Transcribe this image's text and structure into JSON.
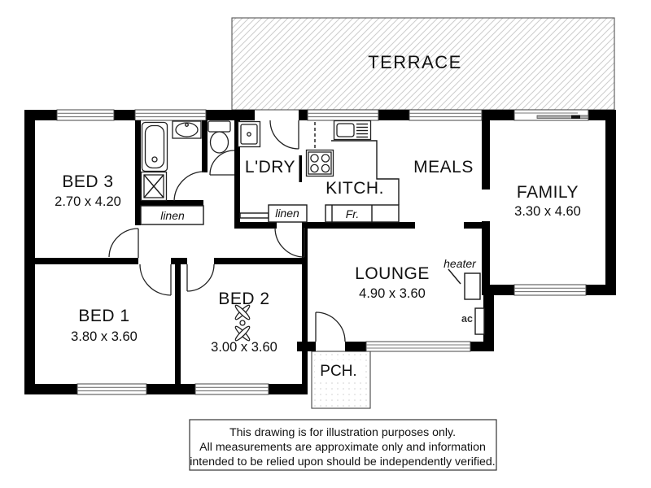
{
  "plan": {
    "terrace_label": "TERRACE",
    "porch_label": "PCH.",
    "rooms": {
      "bed3": {
        "name": "BED 3",
        "dims": "2.70 x 4.20"
      },
      "bed1": {
        "name": "BED 1",
        "dims": "3.80 x 3.60"
      },
      "bed2": {
        "name": "BED 2",
        "dims": "3.00 x 3.60"
      },
      "laundry": {
        "name": "L'DRY"
      },
      "kitchen": {
        "name": "KITCH."
      },
      "meals": {
        "name": "MEALS"
      },
      "family": {
        "name": "FAMILY",
        "dims": "3.30 x 4.60"
      },
      "lounge": {
        "name": "LOUNGE",
        "dims": "4.90 x 3.60"
      }
    },
    "annotations": {
      "linen1": "linen",
      "linen2": "linen",
      "fridge": "Fr.",
      "heater": "heater",
      "ac": "ac"
    },
    "colors": {
      "wall": "#000000",
      "hatch": "#cccccc",
      "background": "#ffffff"
    }
  },
  "disclaimer": {
    "line1": "This drawing is for illustration purposes only.",
    "line2": "All measurements are approximate only and information",
    "line3": "intended to be relied upon should be independently verified."
  }
}
